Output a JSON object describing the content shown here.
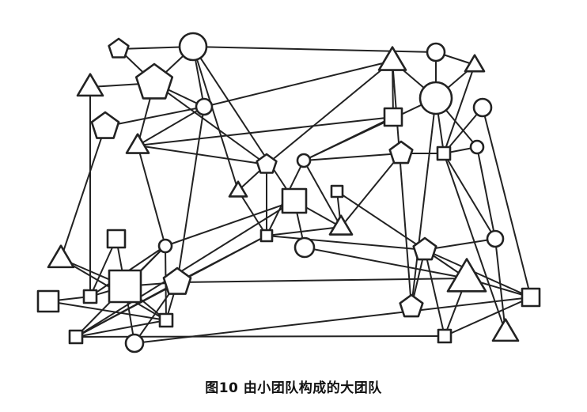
{
  "caption": {
    "text": "图10 由小团队构成的大团队"
  },
  "style": {
    "stroke_color": "#222222",
    "fill_color": "#ffffff"
  },
  "legend_note": "",
  "nodes": [
    {
      "id": "pent-top-left",
      "shape": "pentagon"
    },
    {
      "id": "circle-top-big",
      "shape": "circle"
    },
    {
      "id": "tri-left-1",
      "shape": "triangle"
    },
    {
      "id": "pent-big",
      "shape": "pentagon"
    },
    {
      "id": "circle-small-1",
      "shape": "circle"
    },
    {
      "id": "pent-left-2",
      "shape": "pentagon"
    },
    {
      "id": "tri-left-2",
      "shape": "triangle"
    },
    {
      "id": "pent-center-1",
      "shape": "pentagon"
    },
    {
      "id": "circle-small-center",
      "shape": "circle"
    },
    {
      "id": "tri-small-center",
      "shape": "triangle"
    },
    {
      "id": "square-big-center",
      "shape": "square"
    },
    {
      "id": "square-small-center",
      "shape": "square"
    },
    {
      "id": "tri-center-2",
      "shape": "triangle"
    },
    {
      "id": "square-tiny-center",
      "shape": "square"
    },
    {
      "id": "circle-center-lower",
      "shape": "circle"
    },
    {
      "id": "tri-top-right-1",
      "shape": "triangle"
    },
    {
      "id": "circle-top-right",
      "shape": "circle"
    },
    {
      "id": "tri-top-right-2",
      "shape": "triangle"
    },
    {
      "id": "circle-big-right",
      "shape": "circle"
    },
    {
      "id": "square-right-1",
      "shape": "square"
    },
    {
      "id": "circle-right-1",
      "shape": "circle"
    },
    {
      "id": "pent-right-1",
      "shape": "pentagon"
    },
    {
      "id": "square-right-2",
      "shape": "square"
    },
    {
      "id": "circle-right-2",
      "shape": "circle"
    },
    {
      "id": "circle-right-3",
      "shape": "circle"
    },
    {
      "id": "pent-right-lower",
      "shape": "pentagon"
    },
    {
      "id": "tri-big-right",
      "shape": "triangle"
    },
    {
      "id": "square-far-right",
      "shape": "square"
    },
    {
      "id": "pent-bottom-right",
      "shape": "pentagon"
    },
    {
      "id": "square-bottom-right",
      "shape": "square"
    },
    {
      "id": "tri-bottom-right",
      "shape": "triangle"
    },
    {
      "id": "square-left-1",
      "shape": "square"
    },
    {
      "id": "tri-left-3",
      "shape": "triangle"
    },
    {
      "id": "square-big-left",
      "shape": "square"
    },
    {
      "id": "square-left-2",
      "shape": "square"
    },
    {
      "id": "square-left-3",
      "shape": "square"
    },
    {
      "id": "circle-left-small",
      "shape": "circle"
    },
    {
      "id": "pent-left-lower",
      "shape": "pentagon"
    },
    {
      "id": "square-left-4",
      "shape": "square"
    },
    {
      "id": "square-left-5",
      "shape": "square"
    },
    {
      "id": "circle-bottom-left",
      "shape": "circle"
    }
  ],
  "edges": [
    [
      "pent-top-left",
      "circle-top-big"
    ],
    [
      "pent-top-left",
      "pent-big"
    ],
    [
      "circle-top-big",
      "pent-big"
    ],
    [
      "circle-top-big",
      "circle-small-1"
    ],
    [
      "circle-top-big",
      "square-big-center"
    ],
    [
      "circle-top-big",
      "circle-top-right"
    ],
    [
      "tri-left-1",
      "pent-big"
    ],
    [
      "tri-left-1",
      "square-left-3"
    ],
    [
      "pent-big",
      "circle-small-1"
    ],
    [
      "pent-big",
      "tri-left-2"
    ],
    [
      "pent-big",
      "pent-center-1"
    ],
    [
      "pent-left-2",
      "circle-small-1"
    ],
    [
      "pent-left-2",
      "tri-left-3"
    ],
    [
      "circle-small-1",
      "tri-top-right-1"
    ],
    [
      "circle-small-1",
      "pent-left-lower"
    ],
    [
      "circle-small-1",
      "tri-left-2"
    ],
    [
      "tri-left-2",
      "circle-left-small"
    ],
    [
      "tri-left-2",
      "square-right-1"
    ],
    [
      "tri-left-2",
      "pent-center-1"
    ],
    [
      "tri-small-center",
      "pent-center-1"
    ],
    [
      "tri-small-center",
      "circle-top-big"
    ],
    [
      "tri-small-center",
      "square-tiny-center"
    ],
    [
      "pent-center-1",
      "tri-top-right-1"
    ],
    [
      "pent-center-1",
      "square-tiny-center"
    ],
    [
      "circle-small-center",
      "square-tiny-center"
    ],
    [
      "circle-small-center",
      "pent-right-1"
    ],
    [
      "circle-small-center",
      "circle-big-right"
    ],
    [
      "circle-small-center",
      "tri-center-2"
    ],
    [
      "square-big-center",
      "circle-center-lower"
    ],
    [
      "square-big-center",
      "circle-left-small"
    ],
    [
      "square-big-center",
      "tri-center-2"
    ],
    [
      "square-small-center",
      "tri-center-2"
    ],
    [
      "square-small-center",
      "pent-right-lower"
    ],
    [
      "tri-center-2",
      "pent-right-1"
    ],
    [
      "square-tiny-center",
      "tri-center-2"
    ],
    [
      "square-tiny-center",
      "square-left-5"
    ],
    [
      "circle-center-lower",
      "tri-big-right"
    ],
    [
      "square-right-1",
      "circle-small-center"
    ],
    [
      "tri-top-right-1",
      "circle-big-right"
    ],
    [
      "tri-top-right-1",
      "square-right-1"
    ],
    [
      "circle-top-right",
      "circle-big-right"
    ],
    [
      "circle-top-right",
      "tri-top-right-2"
    ],
    [
      "tri-top-right-2",
      "circle-big-right"
    ],
    [
      "tri-top-right-2",
      "square-right-2"
    ],
    [
      "circle-big-right",
      "square-right-2"
    ],
    [
      "circle-big-right",
      "circle-right-2"
    ],
    [
      "circle-big-right",
      "pent-bottom-right"
    ],
    [
      "circle-right-1",
      "square-right-2"
    ],
    [
      "circle-right-1",
      "square-far-right"
    ],
    [
      "pent-right-1",
      "square-right-2"
    ],
    [
      "square-right-2",
      "circle-right-3"
    ],
    [
      "square-right-2",
      "circle-right-2"
    ],
    [
      "circle-right-2",
      "circle-right-3"
    ],
    [
      "circle-right-3",
      "pent-right-lower"
    ],
    [
      "circle-right-3",
      "tri-bottom-right"
    ],
    [
      "pent-right-lower",
      "tri-big-right"
    ],
    [
      "pent-right-lower",
      "pent-bottom-right"
    ],
    [
      "pent-right-lower",
      "square-far-right"
    ],
    [
      "pent-right-lower",
      "square-tiny-center"
    ],
    [
      "tri-big-right",
      "square-far-right"
    ],
    [
      "tri-big-right",
      "square-bottom-right"
    ],
    [
      "square-far-right",
      "square-bottom-right"
    ],
    [
      "square-far-right",
      "circle-bottom-left"
    ],
    [
      "pent-bottom-right",
      "tri-top-right-1"
    ],
    [
      "square-bottom-right",
      "square-left-5"
    ],
    [
      "square-bottom-right",
      "pent-right-lower"
    ],
    [
      "tri-bottom-right",
      "square-right-2"
    ],
    [
      "square-left-1",
      "square-big-left"
    ],
    [
      "square-left-1",
      "square-left-3"
    ],
    [
      "tri-left-3",
      "square-big-left"
    ],
    [
      "tri-left-3",
      "square-left-4"
    ],
    [
      "square-big-left",
      "circle-left-small"
    ],
    [
      "square-big-left",
      "square-left-3"
    ],
    [
      "square-big-left",
      "circle-bottom-left"
    ],
    [
      "square-big-left",
      "pent-left-lower"
    ],
    [
      "square-left-2",
      "square-left-3"
    ],
    [
      "square-left-2",
      "square-left-4"
    ],
    [
      "square-left-3",
      "circle-left-small"
    ],
    [
      "circle-left-small",
      "square-left-5"
    ],
    [
      "circle-left-small",
      "square-left-4"
    ],
    [
      "pent-left-lower",
      "tri-big-right"
    ],
    [
      "pent-left-lower",
      "square-left-5"
    ],
    [
      "pent-left-lower",
      "square-tiny-center"
    ],
    [
      "pent-left-lower",
      "square-left-4"
    ],
    [
      "square-left-4",
      "square-left-5"
    ],
    [
      "square-left-4",
      "square-big-left"
    ],
    [
      "square-left-5",
      "square-big-center"
    ],
    [
      "circle-bottom-left",
      "pent-left-lower"
    ]
  ]
}
